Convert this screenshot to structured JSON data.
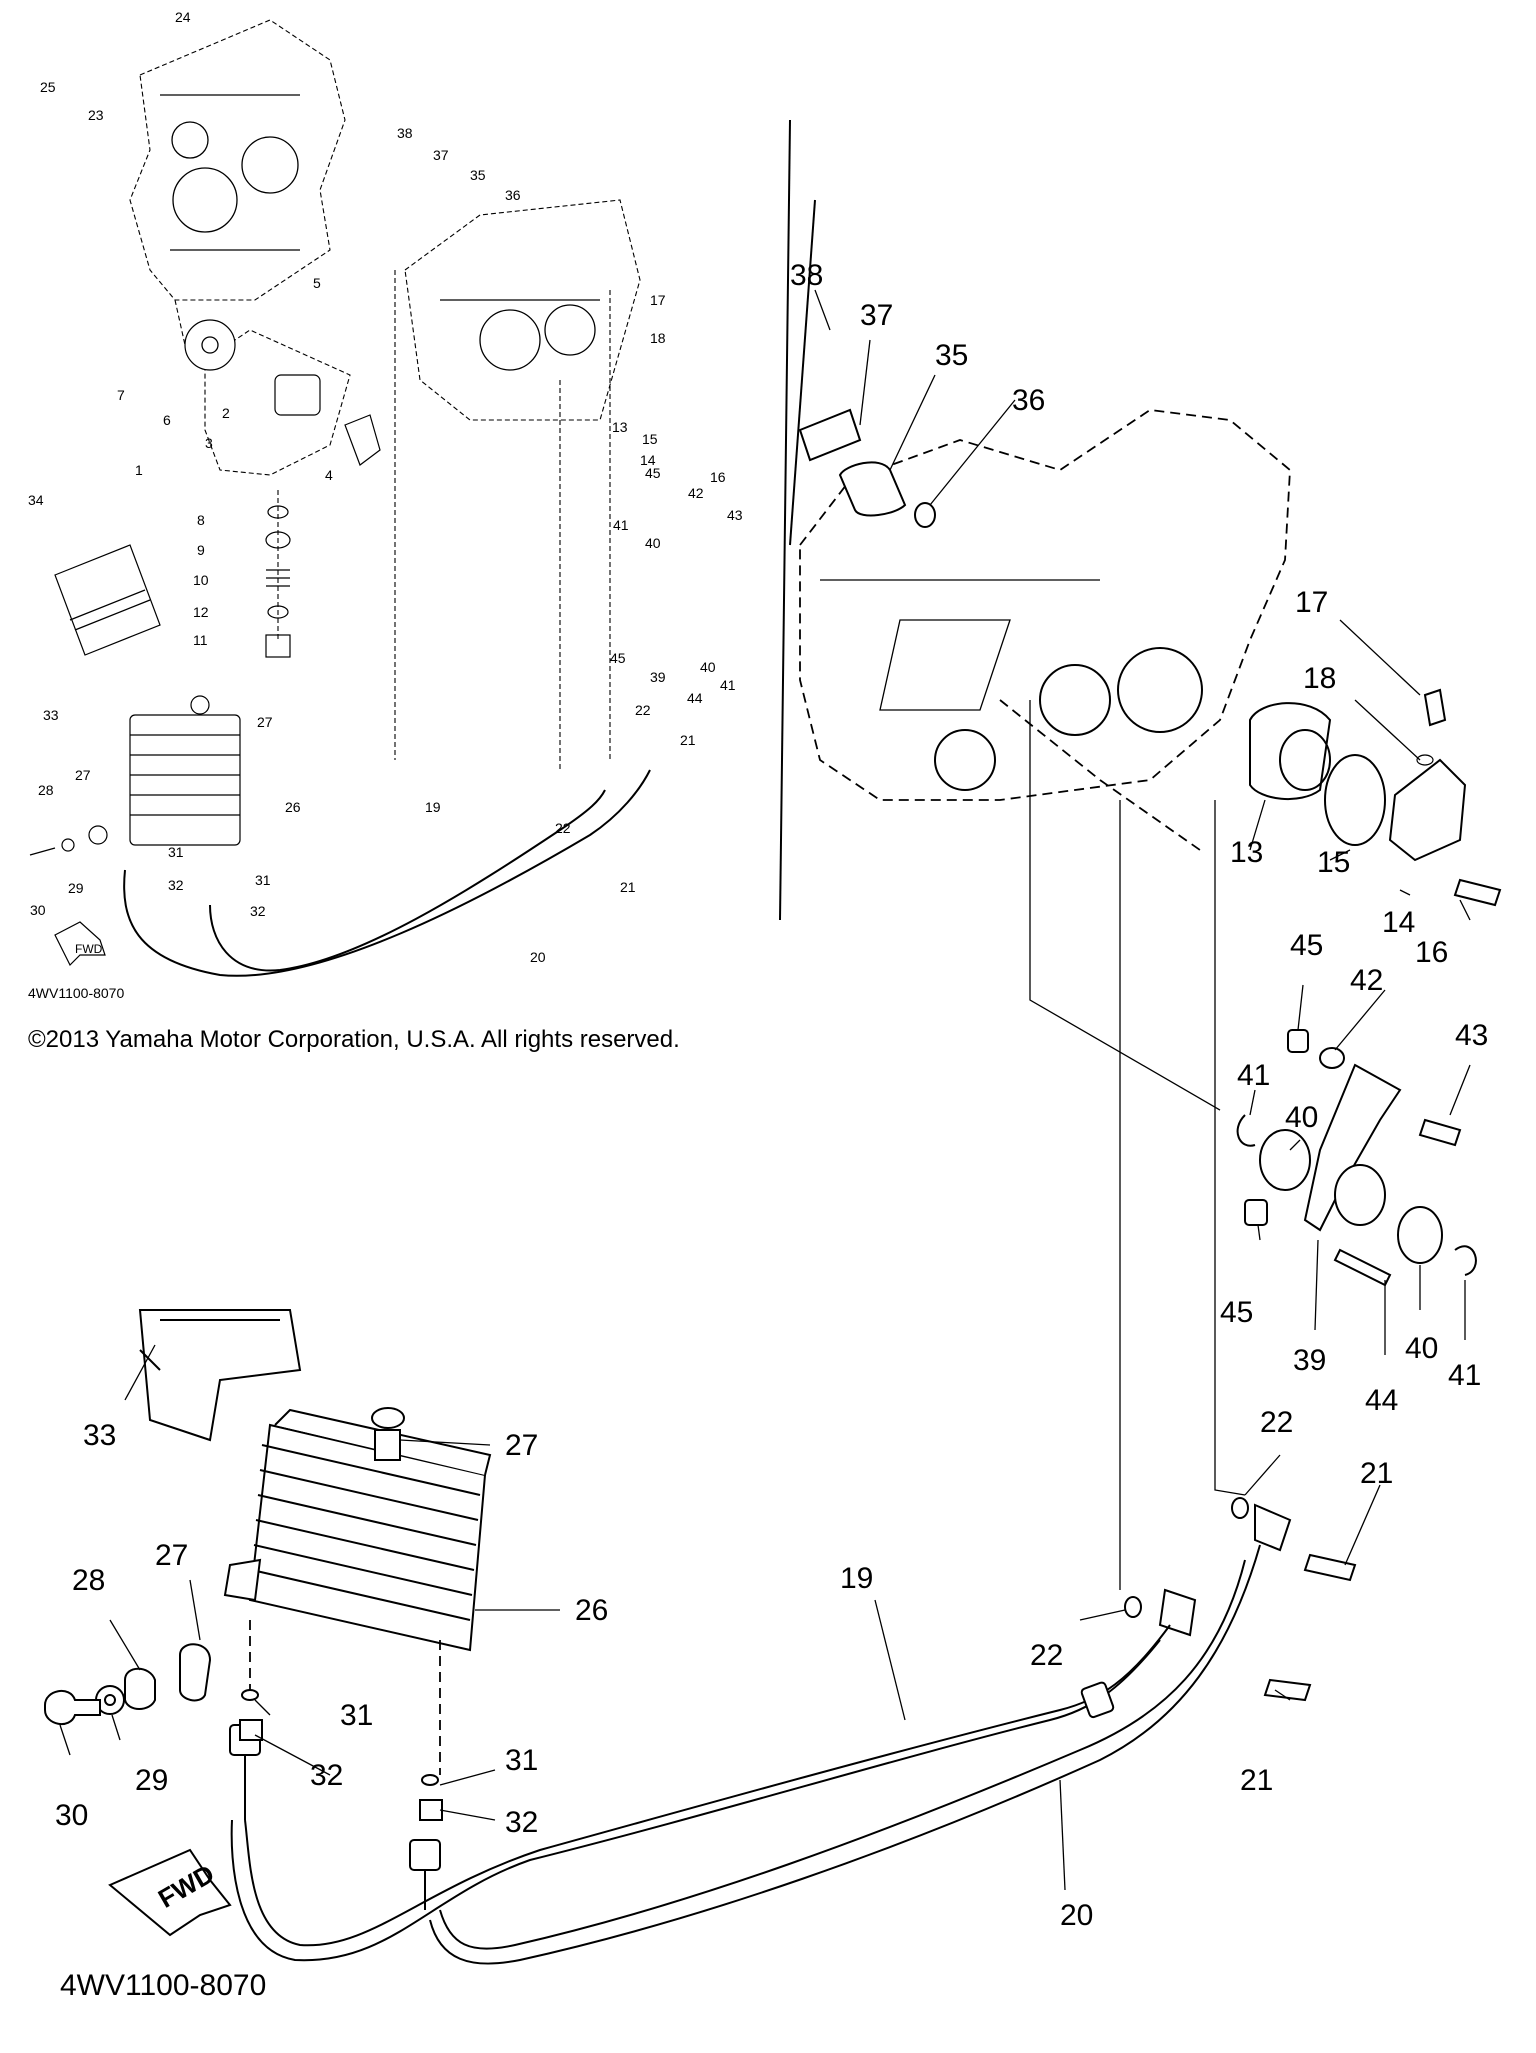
{
  "copyright": "©2013 Yamaha Motor Corporation, U.S.A. All rights reserved.",
  "diagram_code_small": "4WV1100-8070",
  "diagram_code_large": "4WV1100-8070",
  "fwd_small": "FWD",
  "fwd_large": "FWD",
  "overview_labels": [
    {
      "id": "1",
      "text": "1"
    },
    {
      "id": "2",
      "text": "2"
    },
    {
      "id": "3",
      "text": "3"
    },
    {
      "id": "4",
      "text": "4"
    },
    {
      "id": "5",
      "text": "5"
    },
    {
      "id": "6",
      "text": "6"
    },
    {
      "id": "7",
      "text": "7"
    },
    {
      "id": "8",
      "text": "8"
    },
    {
      "id": "9",
      "text": "9"
    },
    {
      "id": "10",
      "text": "10"
    },
    {
      "id": "11",
      "text": "11"
    },
    {
      "id": "12",
      "text": "12"
    },
    {
      "id": "13",
      "text": "13"
    },
    {
      "id": "14",
      "text": "14"
    },
    {
      "id": "15",
      "text": "15"
    },
    {
      "id": "16",
      "text": "16"
    },
    {
      "id": "17",
      "text": "17"
    },
    {
      "id": "18",
      "text": "18"
    },
    {
      "id": "19",
      "text": "19"
    },
    {
      "id": "20",
      "text": "20"
    },
    {
      "id": "21a",
      "text": "21"
    },
    {
      "id": "21b",
      "text": "21"
    },
    {
      "id": "22a",
      "text": "22"
    },
    {
      "id": "22b",
      "text": "22"
    },
    {
      "id": "23",
      "text": "23"
    },
    {
      "id": "24",
      "text": "24"
    },
    {
      "id": "25",
      "text": "25"
    },
    {
      "id": "26",
      "text": "26"
    },
    {
      "id": "27a",
      "text": "27"
    },
    {
      "id": "27b",
      "text": "27"
    },
    {
      "id": "28",
      "text": "28"
    },
    {
      "id": "29",
      "text": "29"
    },
    {
      "id": "30",
      "text": "30"
    },
    {
      "id": "31a",
      "text": "31"
    },
    {
      "id": "31b",
      "text": "31"
    },
    {
      "id": "32a",
      "text": "32"
    },
    {
      "id": "32b",
      "text": "32"
    },
    {
      "id": "33",
      "text": "33"
    },
    {
      "id": "34",
      "text": "34"
    },
    {
      "id": "35",
      "text": "35"
    },
    {
      "id": "36",
      "text": "36"
    },
    {
      "id": "37",
      "text": "37"
    },
    {
      "id": "38",
      "text": "38"
    },
    {
      "id": "39",
      "text": "39"
    },
    {
      "id": "40a",
      "text": "40"
    },
    {
      "id": "40b",
      "text": "40"
    },
    {
      "id": "41a",
      "text": "41"
    },
    {
      "id": "41b",
      "text": "41"
    },
    {
      "id": "42",
      "text": "42"
    },
    {
      "id": "43",
      "text": "43"
    },
    {
      "id": "44",
      "text": "44"
    },
    {
      "id": "45a",
      "text": "45"
    },
    {
      "id": "45b",
      "text": "45"
    }
  ],
  "detail_labels": [
    {
      "id": "38",
      "text": "38"
    },
    {
      "id": "37",
      "text": "37"
    },
    {
      "id": "35",
      "text": "35"
    },
    {
      "id": "36",
      "text": "36"
    },
    {
      "id": "17",
      "text": "17"
    },
    {
      "id": "18",
      "text": "18"
    },
    {
      "id": "13",
      "text": "13"
    },
    {
      "id": "15",
      "text": "15"
    },
    {
      "id": "14",
      "text": "14"
    },
    {
      "id": "16",
      "text": "16"
    },
    {
      "id": "45a",
      "text": "45"
    },
    {
      "id": "42",
      "text": "42"
    },
    {
      "id": "43",
      "text": "43"
    },
    {
      "id": "41a",
      "text": "41"
    },
    {
      "id": "40a",
      "text": "40"
    },
    {
      "id": "45b",
      "text": "45"
    },
    {
      "id": "39",
      "text": "39"
    },
    {
      "id": "44",
      "text": "44"
    },
    {
      "id": "40b",
      "text": "40"
    },
    {
      "id": "41b",
      "text": "41"
    },
    {
      "id": "22a",
      "text": "22"
    },
    {
      "id": "21a",
      "text": "21"
    },
    {
      "id": "22b",
      "text": "22"
    },
    {
      "id": "21b",
      "text": "21"
    },
    {
      "id": "19",
      "text": "19"
    },
    {
      "id": "20",
      "text": "20"
    },
    {
      "id": "33",
      "text": "33"
    },
    {
      "id": "27a",
      "text": "27"
    },
    {
      "id": "26",
      "text": "26"
    },
    {
      "id": "27b",
      "text": "27"
    },
    {
      "id": "28",
      "text": "28"
    },
    {
      "id": "30",
      "text": "30"
    },
    {
      "id": "29",
      "text": "29"
    },
    {
      "id": "31a",
      "text": "31"
    },
    {
      "id": "32a",
      "text": "32"
    },
    {
      "id": "31b",
      "text": "31"
    },
    {
      "id": "32b",
      "text": "32"
    }
  ]
}
